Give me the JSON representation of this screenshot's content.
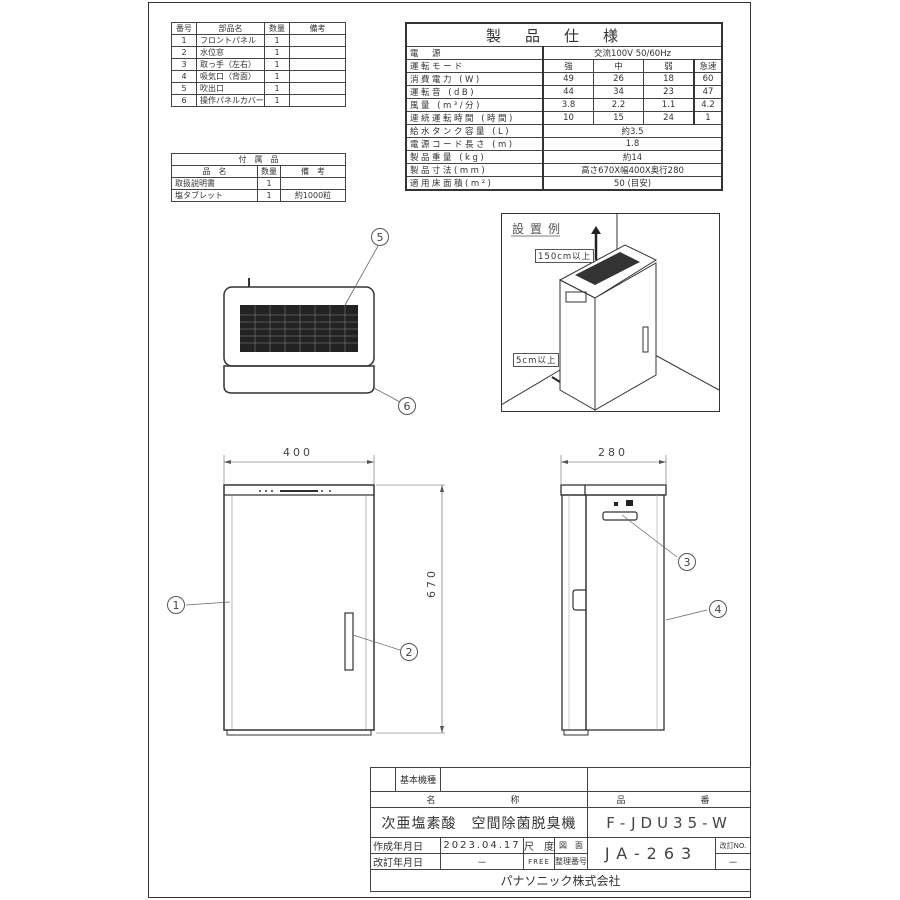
{
  "parts_table": {
    "headers": [
      "番号",
      "部品名",
      "数量",
      "備考"
    ],
    "rows": [
      {
        "no": "1",
        "name": "フロントパネル",
        "qty": "1",
        "note": ""
      },
      {
        "no": "2",
        "name": "水位窓",
        "qty": "1",
        "note": ""
      },
      {
        "no": "3",
        "name": "取っ手（左右）",
        "qty": "1",
        "note": ""
      },
      {
        "no": "4",
        "name": "吸気口（背面）",
        "qty": "1",
        "note": ""
      },
      {
        "no": "5",
        "name": "吹出口",
        "qty": "1",
        "note": ""
      },
      {
        "no": "6",
        "name": "操作パネルカバー",
        "qty": "1",
        "note": ""
      }
    ]
  },
  "accessories_table": {
    "title": "付　属　品",
    "headers": [
      "品　名",
      "数量",
      "備　考"
    ],
    "rows": [
      {
        "name": "取扱説明書",
        "qty": "1",
        "note": ""
      },
      {
        "name": "塩タブレット",
        "qty": "1",
        "note": "約1000粒"
      }
    ]
  },
  "spec_table": {
    "title": "製品仕様",
    "power_label": "電　源",
    "power_value": "交流100V 50/60Hz",
    "mode_label": "運転モード",
    "modes": [
      "強",
      "中",
      "弱",
      "急速"
    ],
    "rows": [
      {
        "label": "消費電力 (W)",
        "values": [
          "49",
          "26",
          "18",
          "60"
        ]
      },
      {
        "label": "運転音 (dB)",
        "values": [
          "44",
          "34",
          "23",
          "47"
        ]
      },
      {
        "label": "風量 (m³/分)",
        "values": [
          "3.8",
          "2.2",
          "1.1",
          "4.2"
        ]
      },
      {
        "label": "連続運転時間 (時間)",
        "values": [
          "10",
          "15",
          "24",
          "1"
        ]
      }
    ],
    "single_rows": [
      {
        "label": "給水タンク容量 (L)",
        "value": "約3.5"
      },
      {
        "label": "電源コード長さ (m)",
        "value": "1.8"
      },
      {
        "label": "製品重量 (kg)",
        "value": "約14"
      },
      {
        "label": "製品寸法(mm)",
        "value": "高さ670X幅400X奥行280"
      },
      {
        "label": "適用床面積(m²)",
        "value": "50 (目安)"
      }
    ]
  },
  "install_example": {
    "title": "設置例",
    "top_clearance": "150cm以上",
    "side_clearance": "5cm以上"
  },
  "drawings": {
    "front_width": "400",
    "height": "670",
    "side_depth": "280",
    "callouts": [
      "1",
      "2",
      "3",
      "4",
      "5",
      "6"
    ]
  },
  "title_block": {
    "base_model_label": "基本機種",
    "base_model_value": "",
    "name_header": "名　　　称",
    "part_no_header": "品　　　番",
    "product_name": "次亜塩素酸　空間除菌脱臭機",
    "part_no": "F-JDU35-W",
    "created_label": "作成年月日",
    "created_value": "2023.04.17",
    "revised_label": "改訂年月日",
    "revised_value": "－",
    "scale_label": "尺　度",
    "scale_value": "FREE",
    "drawing_no_label1": "図　面",
    "drawing_no_label2": "整理番号",
    "drawing_no": "JA-263",
    "revision_label": "改訂NO.",
    "revision_value": "－",
    "company": "パナソニック株式会社"
  }
}
